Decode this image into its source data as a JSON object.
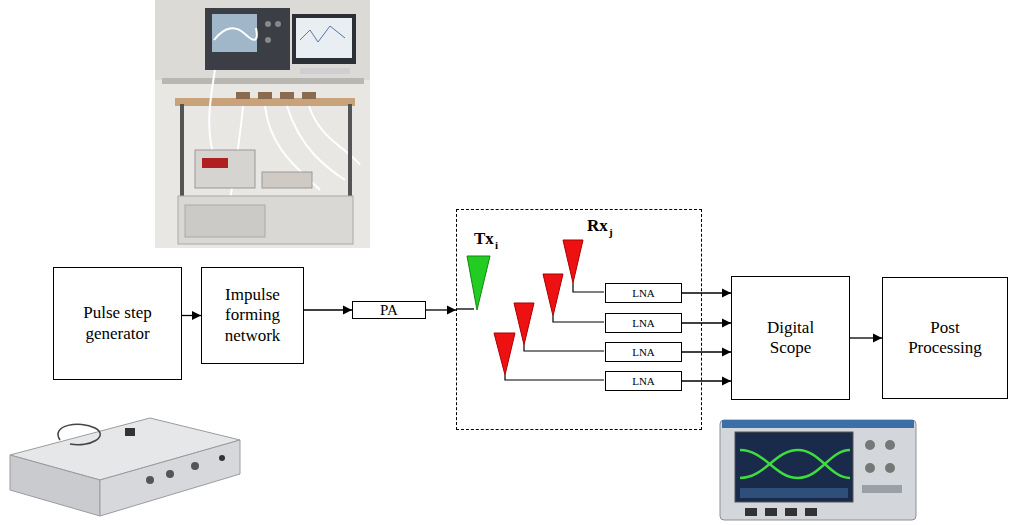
{
  "diagram": {
    "nodes": [
      {
        "text": [
          "Pulse step generator"
        ]
      },
      {
        "text": [
          "Impulse forming network"
        ]
      },
      {
        "text": [
          "PA"
        ]
      },
      {
        "text": [
          "Tx",
          "i",
          "Rx",
          "j"
        ]
      },
      {
        "text": [
          "LNA"
        ],
        "in": 3
      },
      {
        "text": [
          "LNA"
        ],
        "in": 3
      },
      {
        "text": [
          "LNA"
        ],
        "in": 3
      },
      {
        "text": [
          "LNA"
        ],
        "in": 3
      },
      {
        "text": [
          "Digital Scope"
        ]
      },
      {
        "text": [
          "Post Processing"
        ]
      }
    ],
    "edges": [
      {
        "from": 0,
        "to": 1,
        "arrow": "to"
      },
      {
        "from": 1,
        "to": 2,
        "arrow": "to"
      },
      {
        "from": 2,
        "to": 3,
        "arrow": "to"
      },
      {
        "from": 4,
        "to": 8,
        "arrow": "to"
      },
      {
        "from": 5,
        "to": 8,
        "arrow": "to"
      },
      {
        "from": 6,
        "to": 8,
        "arrow": "to"
      },
      {
        "from": 7,
        "to": 8,
        "arrow": "to"
      },
      {
        "from": 8,
        "to": 9,
        "arrow": "to"
      }
    ]
  }
}
